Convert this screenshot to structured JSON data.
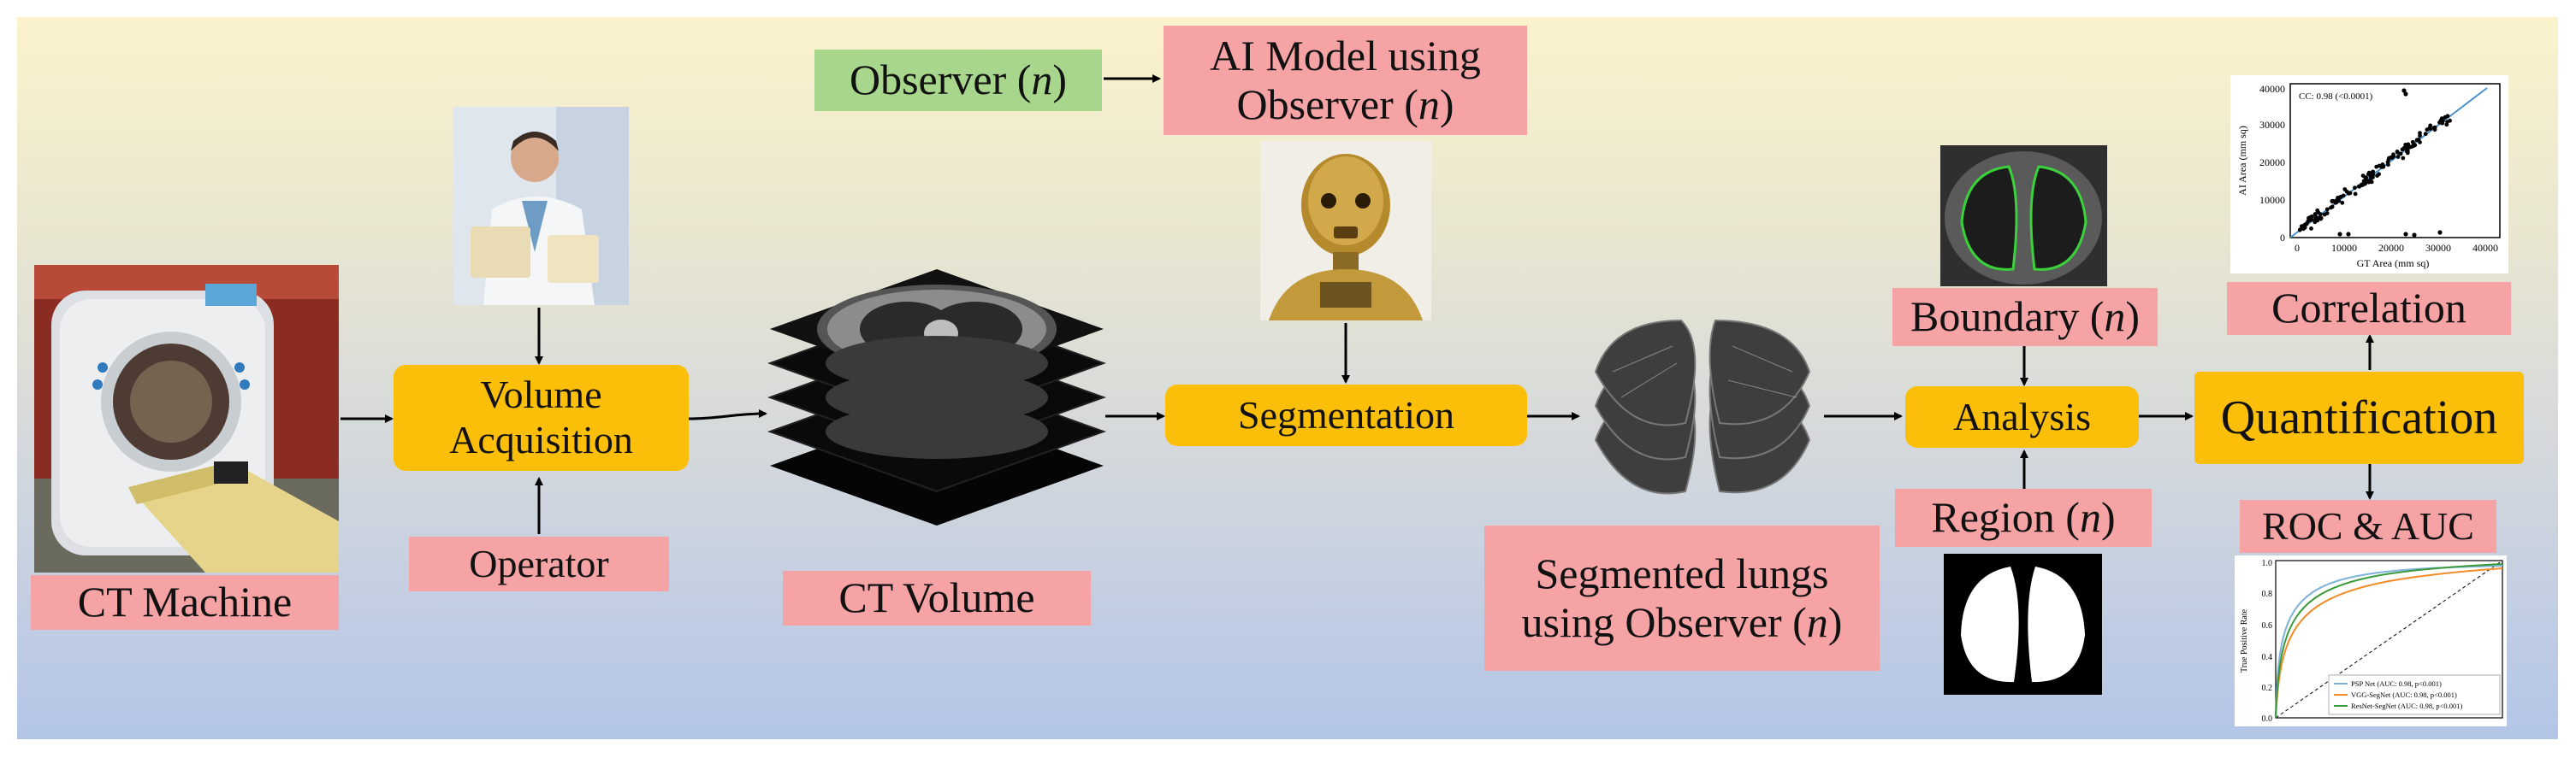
{
  "labels": {
    "ct_machine": "CT Machine",
    "volume_acq_line1": "Volume",
    "volume_acq_line2": "Acquisition",
    "operator": "Operator",
    "ct_volume": "CT Volume",
    "observer_text": "Observer (",
    "observer_n": "n",
    "observer_close": ")",
    "ai_model_line1": "AI Model using",
    "ai_model_line2_text": "Observer (",
    "ai_model_line2_n": "n",
    "ai_model_line2_close": ")",
    "segmentation": "Segmentation",
    "segmented_line1": "Segmented lungs",
    "segmented_line2_text": "using Observer (",
    "segmented_line2_n": "n",
    "segmented_line2_close": ")",
    "boundary_text": "Boundary (",
    "boundary_n": "n",
    "boundary_close": ")",
    "analysis": "Analysis",
    "region_text": "Region (",
    "region_n": "n",
    "region_close": ")",
    "quantification": "Quantification",
    "correlation": "Correlation",
    "roc_auc": "ROC & AUC"
  },
  "correlation_plot": {
    "annotation": "CC: 0.98 (<0.0001)",
    "ylabel": "AI Area (mm sq)",
    "xlabel": "GT Area (mm sq)",
    "yticks": [
      "0",
      "10000",
      "20000",
      "30000",
      "40000"
    ],
    "xticks": [
      "0",
      "10000",
      "20000",
      "30000",
      "40000"
    ]
  },
  "roc_plot": {
    "ylabel": "True Positive Rate",
    "yticks": [
      "1.0",
      "0.8",
      "0.6",
      "0.4",
      "0.2",
      "0.0"
    ],
    "legend": [
      {
        "label": "PSP Net (AUC: 0.98, p<0.001)",
        "color": "#7fb2d9"
      },
      {
        "label": "VGG-SegNet (AUC: 0.98, p<0.001)",
        "color": "#f28c28"
      },
      {
        "label": "ResNet-SegNet (AUC: 0.98, p<0.001)",
        "color": "#3a9a3a"
      }
    ]
  },
  "colors": {
    "label_pink": "#f5a3a5",
    "process_gold": "#fbbf0a",
    "input_green": "#a8d68c"
  },
  "images": [
    "ct-scanner-photo",
    "doctor-photo",
    "robot-c3po-photo",
    "ct-slice-stack",
    "segmented-lung-stack",
    "lung-boundary-scan",
    "lung-region-mask"
  ]
}
